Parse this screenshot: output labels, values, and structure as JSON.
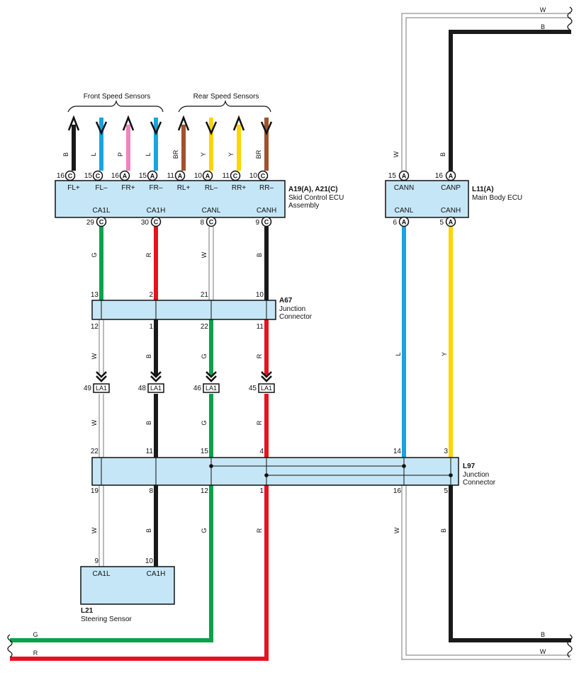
{
  "group_labels": {
    "front": "Front Speed Sensors",
    "rear": "Rear Speed Sensors"
  },
  "colors": {
    "B": "#1a1a1a",
    "L": "#1aa3e0",
    "P": "#ee86bd",
    "BR": "#a0522d",
    "Y": "#ffd500",
    "G": "#0aa14b",
    "R": "#e3141d",
    "W": "#ffffff",
    "box": "#c5e6f6"
  },
  "ecu_skid": {
    "id": "A19(A), A21(C)",
    "desc1": "Skid Control ECU",
    "desc2": "Assembly",
    "top_pins": [
      {
        "num": "16",
        "conn": "C",
        "label": "FL+",
        "wire": "B"
      },
      {
        "num": "15",
        "conn": "C",
        "label": "FL–",
        "wire": "L"
      },
      {
        "num": "16",
        "conn": "A",
        "label": "FR+",
        "wire": "P"
      },
      {
        "num": "15",
        "conn": "A",
        "label": "FR–",
        "wire": "L"
      },
      {
        "num": "11",
        "conn": "A",
        "label": "RL+",
        "wire": "BR"
      },
      {
        "num": "10",
        "conn": "A",
        "label": "RL–",
        "wire": "Y"
      },
      {
        "num": "11",
        "conn": "C",
        "label": "RR+",
        "wire": "Y"
      },
      {
        "num": "10",
        "conn": "C",
        "label": "RR–",
        "wire": "BR"
      }
    ],
    "bottom_pins": [
      {
        "num": "29",
        "conn": "C",
        "label": "CA1L",
        "wire": "G"
      },
      {
        "num": "30",
        "conn": "C",
        "label": "CA1H",
        "wire": "R"
      },
      {
        "num": "8",
        "conn": "C",
        "label": "CANL",
        "wire": "W"
      },
      {
        "num": "9",
        "conn": "C",
        "label": "CANH",
        "wire": "B"
      }
    ]
  },
  "ecu_body": {
    "id": "L11(A)",
    "desc1": "Main Body ECU",
    "top_pins": [
      {
        "num": "15",
        "conn": "A",
        "label": "CANN",
        "wire": "W"
      },
      {
        "num": "16",
        "conn": "A",
        "label": "CANP",
        "wire": "B"
      }
    ],
    "bottom_pins": [
      {
        "num": "6",
        "conn": "A",
        "label": "CANL",
        "wire": "L"
      },
      {
        "num": "5",
        "conn": "A",
        "label": "CANH",
        "wire": "Y"
      }
    ]
  },
  "jc_a67": {
    "id": "A67",
    "desc1": "Junction",
    "desc2": "Connector",
    "top_pins": [
      "13",
      "2",
      "21",
      "10"
    ],
    "bottom_pins": [
      "12",
      "1",
      "22",
      "11"
    ],
    "out_wires": [
      "W",
      "B",
      "G",
      "R"
    ]
  },
  "la1": {
    "label": "LA1",
    "pins": [
      "49",
      "48",
      "46",
      "45"
    ],
    "wires_below": [
      "W",
      "B",
      "G",
      "R"
    ]
  },
  "jc_l97": {
    "id": "L97",
    "desc1": "Junction",
    "desc2": "Connector",
    "top_pins": [
      "22",
      "11",
      "15",
      "4",
      "14",
      "3"
    ],
    "bottom_pins": [
      "19",
      "8",
      "12",
      "1",
      "16",
      "5"
    ],
    "out_wires": [
      "W",
      "B",
      "G",
      "R",
      "W",
      "B"
    ],
    "in_wires_right": [
      "L",
      "Y"
    ]
  },
  "steering": {
    "id": "L21",
    "desc": "Steering Sensor",
    "pins": [
      {
        "num": "9",
        "label": "CA1L"
      },
      {
        "num": "10",
        "label": "CA1H"
      }
    ]
  },
  "offpage": {
    "top": [
      {
        "code": "W"
      },
      {
        "code": "B"
      }
    ],
    "bottom_left": [
      {
        "code": "G"
      },
      {
        "code": "R"
      }
    ],
    "bottom_right": [
      {
        "code": "B"
      },
      {
        "code": "W"
      }
    ]
  }
}
